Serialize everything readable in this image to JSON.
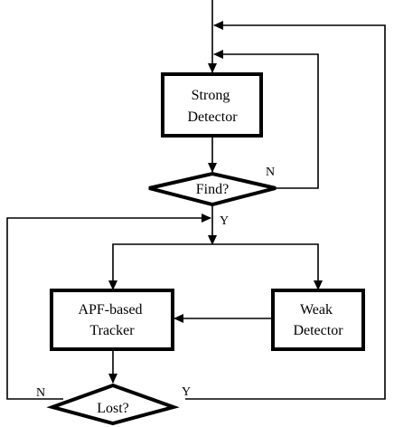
{
  "diagram": {
    "nodes": {
      "strong_detector": {
        "lines": [
          "Strong",
          "Detector"
        ]
      },
      "find_decision": {
        "label": "Find?"
      },
      "apf_tracker": {
        "lines": [
          "APF-based",
          "Tracker"
        ]
      },
      "weak_detector": {
        "lines": [
          "Weak",
          "Detector"
        ]
      },
      "lost_decision": {
        "label": "Lost?"
      }
    },
    "edge_labels": {
      "find_no": "N",
      "find_yes": "Y",
      "lost_no": "N",
      "lost_yes": "Y"
    }
  }
}
